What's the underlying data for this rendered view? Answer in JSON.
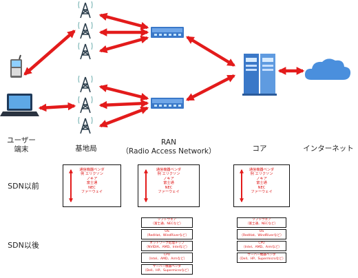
{
  "columns": {
    "user": [
      "ユーザー",
      "端末"
    ],
    "base_station": "基地局",
    "ran": [
      "RAN",
      "（Radio Access Network）"
    ],
    "core": "コア",
    "internet": "インターネット"
  },
  "rows": {
    "before": "SDN以前",
    "after": "SDN以後"
  },
  "vendor_list": [
    "通信機器ベンダ",
    "例 エリクソン",
    "ノキア",
    "富士通",
    "NEC",
    "ファーウェイ"
  ],
  "ran_stack": [
    {
      "title": "ソフトウエア",
      "detail": "（富士通、NECなど）"
    },
    {
      "title": "OS",
      "detail": "（RedHat、WindRiverなど）"
    },
    {
      "title": "ネットワーク処理チップ",
      "detail": "（NVIDIA、AMD、Intelなど）"
    },
    {
      "title": "CPU",
      "detail": "（Intel、AMD、Armなど）"
    },
    {
      "title": "サーバー機器ベンダ",
      "detail": "（Dell、HP、Supermicroなど）"
    }
  ],
  "core_stack": [
    {
      "title": "ソフトウエア",
      "detail": "（富士通、NECなど）"
    },
    {
      "title": "OS",
      "detail": "（RedHat、WindRiverなど）"
    },
    {
      "title": "CPU",
      "detail": "（Intel、AMD、Armなど）"
    },
    {
      "title": "サーバー機器ベンダ",
      "detail": "（Dell、HP、Supermicroなど）"
    }
  ],
  "colors": {
    "arrow": "#e31b1b",
    "device_blue": "#3a78c8",
    "cloud_blue": "#4a8fdd",
    "vendor_text": "#dd1111"
  }
}
